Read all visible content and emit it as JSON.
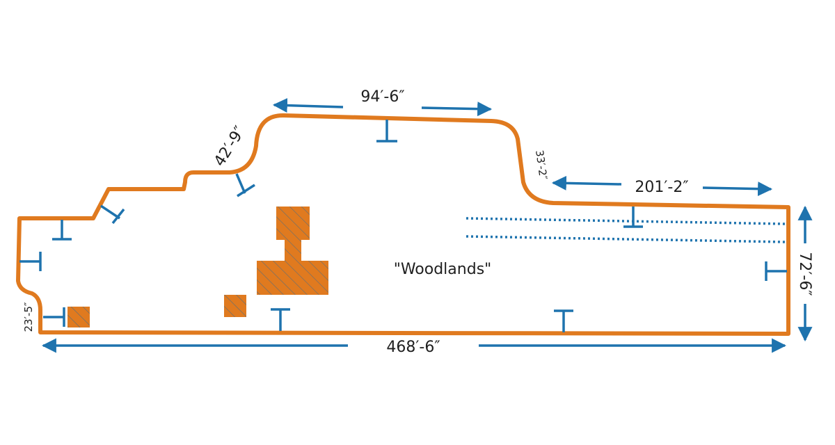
{
  "colors": {
    "lot_outline": "#E07A1F",
    "dimension": "#1E73AE",
    "building_hatch": "#5A6E7A",
    "text": "#1F1F1F"
  },
  "plan": {
    "name_label": "\"Woodlands\"",
    "dimensions": {
      "top": "94′-6″",
      "upper_left_slope": "42′-9″",
      "step_right": "33′-2″",
      "right_top": "201′-2″",
      "right_side": "72′-6″",
      "bottom": "468′-6″",
      "left_bottom": "23′-5″"
    },
    "legend_icons": {
      "dimension_tick": "t-bar-marker",
      "building": "hatched-block",
      "path": "dotted-line"
    }
  }
}
